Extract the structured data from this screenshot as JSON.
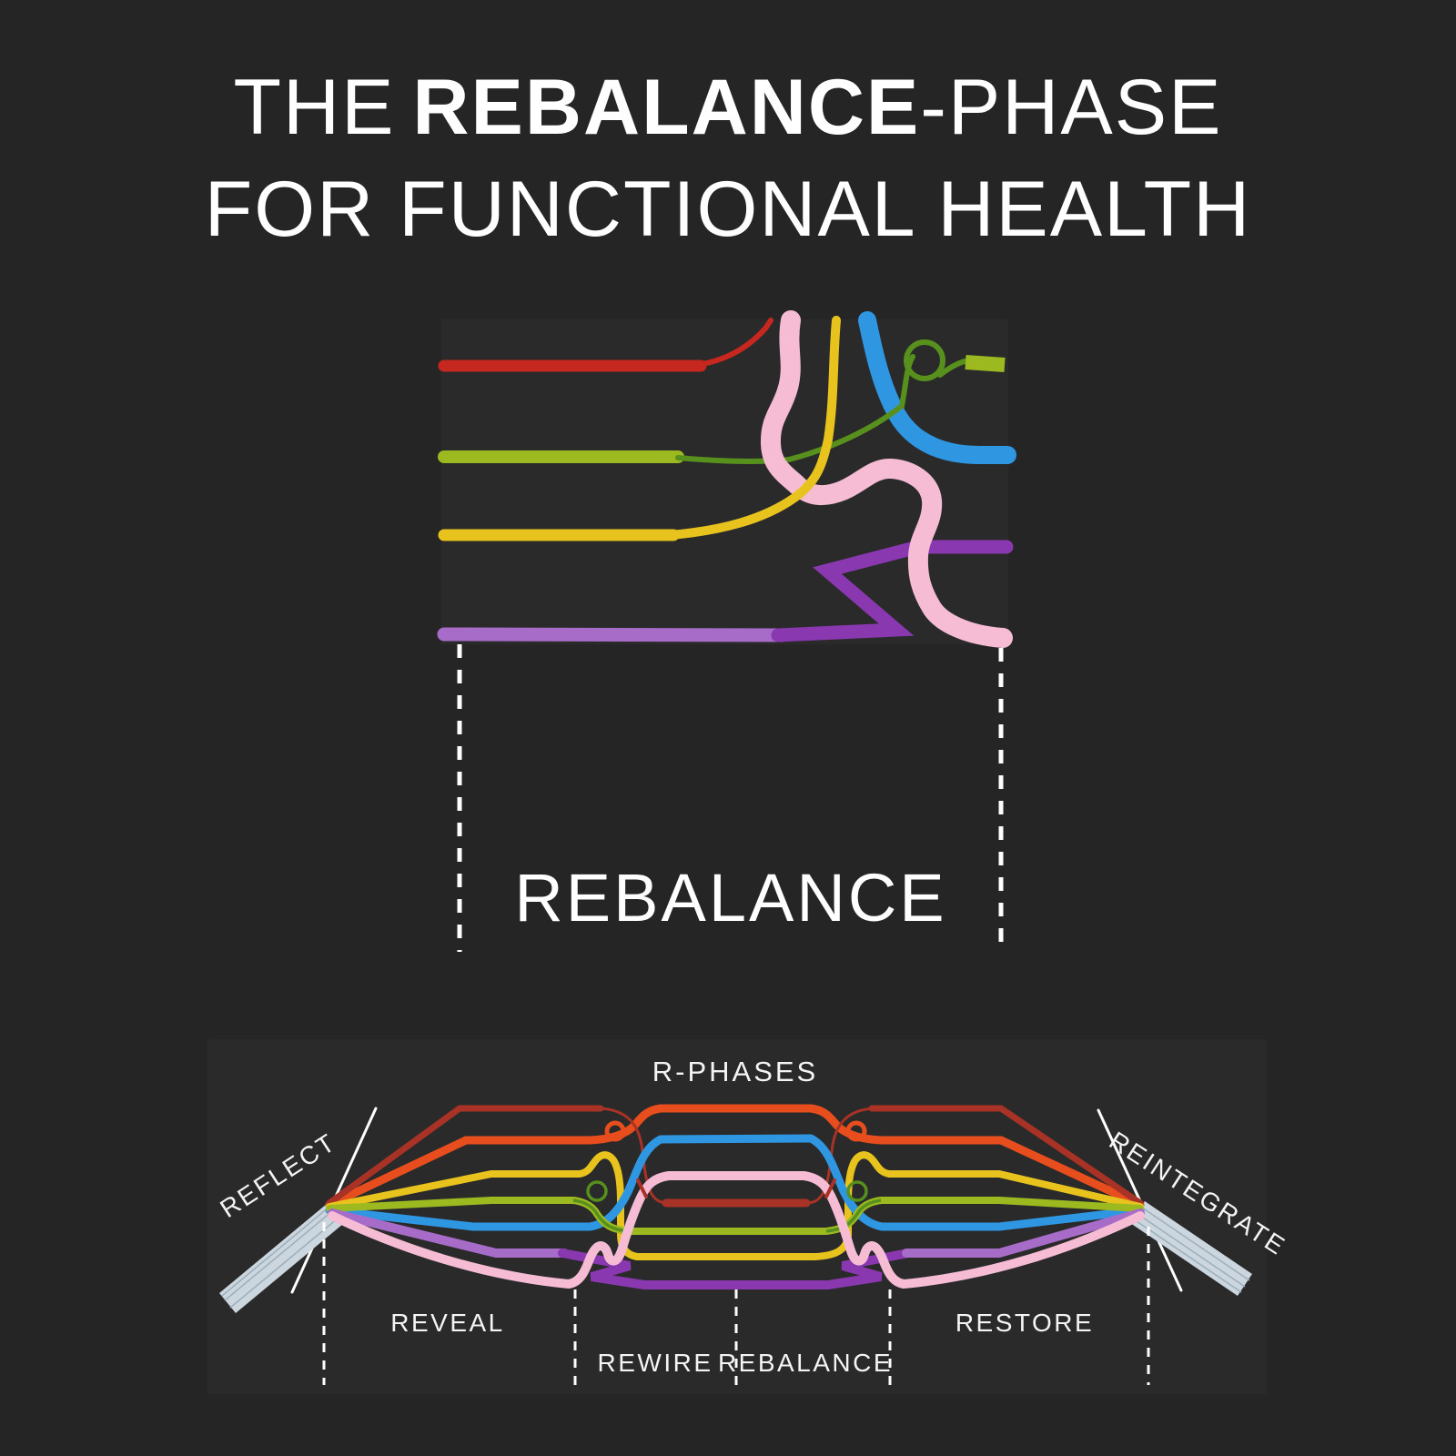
{
  "title": {
    "line1_pre": "THE",
    "line1_bold": "REBALANCE",
    "line1_post": "-PHASE",
    "line2": "FOR FUNCTIONAL HEALTH"
  },
  "focus": {
    "label": "REBALANCE"
  },
  "timeline": {
    "heading": "R-PHASES",
    "phases": [
      {
        "label": "REFLECT"
      },
      {
        "label": "REVEAL"
      },
      {
        "label": "REWIRE"
      },
      {
        "label": "REBALANCE"
      },
      {
        "label": "RESTORE"
      },
      {
        "label": "REINTEGRATE"
      }
    ]
  },
  "diagram": {
    "top_panel_straight_strands": [
      "red",
      "lime",
      "yellow",
      "purple"
    ],
    "top_panel_tangled_strands": [
      "red",
      "pink",
      "yellow",
      "blue",
      "green",
      "purple"
    ],
    "bottom_panel_strands": [
      "dark-red",
      "orange",
      "yellow",
      "green",
      "blue",
      "purple",
      "pink"
    ]
  },
  "colors": {
    "page_bg": "#252525",
    "panel_bg": "#2a2a2a",
    "text": "#ffffff",
    "white_line": "#ffffff",
    "red": "#c6271e",
    "dark_red": "#a93226",
    "orange": "#e84e1d",
    "yellow": "#e8c31e",
    "lime": "#9cba20",
    "green_dark": "#57901c",
    "blue": "#2f96e2",
    "purple_light": "#a76cc8",
    "purple_dark": "#8a38b0",
    "pink": "#f5bcd4",
    "silver": "#ccd6de",
    "silver_dark": "#9fb0bd"
  }
}
